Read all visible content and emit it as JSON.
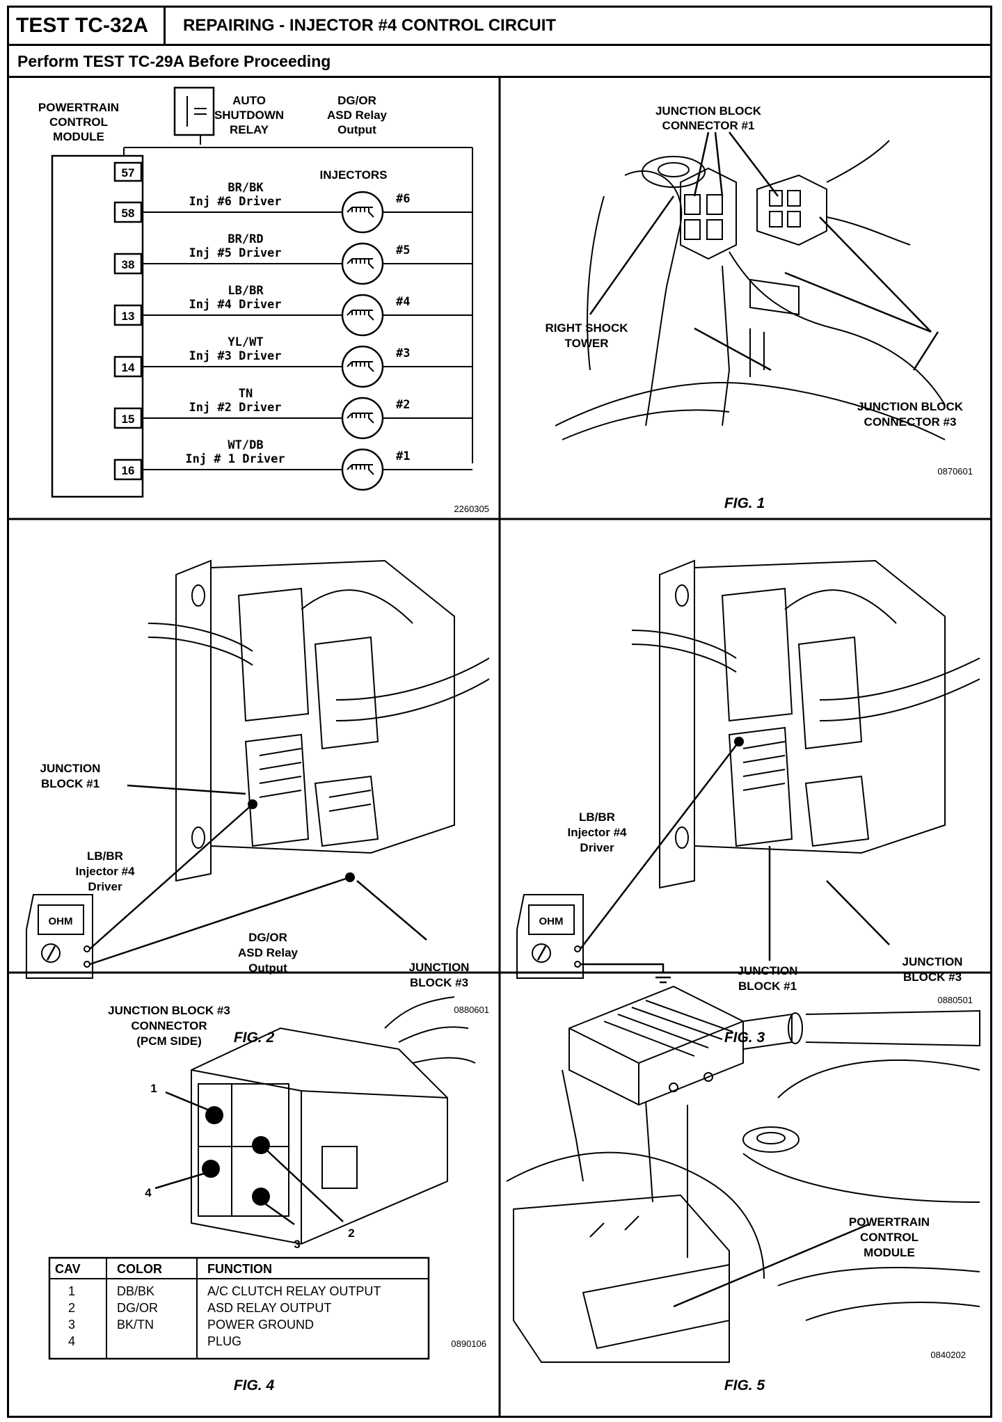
{
  "header": {
    "test_id": "TEST TC-32A",
    "title": "REPAIRING - INJECTOR #4 CONTROL CIRCUIT",
    "subtitle": "Perform TEST TC-29A Before Proceeding"
  },
  "schematic": {
    "pcm_label": [
      "POWERTRAIN",
      "CONTROL",
      "MODULE"
    ],
    "asd_label": [
      "AUTO",
      "SHUTDOWN",
      "RELAY"
    ],
    "asd_output_label": [
      "DG/OR",
      "ASD Relay",
      "Output"
    ],
    "injectors_label": "INJECTORS",
    "top_pin": "57",
    "rows": [
      {
        "pin": "58",
        "wire": "BR/BK",
        "driver": "Inj #6 Driver",
        "injector": "#6"
      },
      {
        "pin": "38",
        "wire": "BR/RD",
        "driver": "Inj #5 Driver",
        "injector": "#5"
      },
      {
        "pin": "13",
        "wire": "LB/BR",
        "driver": "Inj #4 Driver",
        "injector": "#4"
      },
      {
        "pin": "14",
        "wire": "YL/WT",
        "driver": "Inj #3 Driver",
        "injector": "#3"
      },
      {
        "pin": "15",
        "wire": "TN",
        "driver": "Inj #2 Driver",
        "injector": "#2"
      },
      {
        "pin": "16",
        "wire": "WT/DB",
        "driver": "Inj # 1 Driver",
        "injector": "#1"
      }
    ],
    "ref": "2260305"
  },
  "fig1": {
    "caption": "FIG. 1",
    "label_jb1": [
      "JUNCTION BLOCK",
      "CONNECTOR #1"
    ],
    "label_shock": [
      "RIGHT SHOCK",
      "TOWER"
    ],
    "label_jb3": [
      "JUNCTION BLOCK",
      "CONNECTOR #3"
    ],
    "ref": "0870601"
  },
  "fig2": {
    "caption": "FIG. 2",
    "label_jb1": [
      "JUNCTION",
      "BLOCK #1"
    ],
    "label_driver": [
      "LB/BR",
      "Injector #4",
      "Driver"
    ],
    "label_asd": [
      "DG/OR",
      "ASD Relay",
      "Output"
    ],
    "label_jb3": [
      "JUNCTION",
      "BLOCK #3"
    ],
    "meter": "OHM",
    "ref": "0880601"
  },
  "fig3": {
    "caption": "FIG. 3",
    "label_driver": [
      "LB/BR",
      "Injector #4",
      "Driver"
    ],
    "label_jb1": [
      "JUNCTION",
      "BLOCK #1"
    ],
    "label_jb3": [
      "JUNCTION",
      "BLOCK #3"
    ],
    "meter": "OHM",
    "ref": "0880501"
  },
  "fig4": {
    "caption": "FIG. 4",
    "connector_label": [
      "JUNCTION BLOCK #3",
      "CONNECTOR",
      "(PCM SIDE)"
    ],
    "callouts": [
      "1",
      "2",
      "3",
      "4"
    ],
    "table": {
      "headers": [
        "CAV",
        "COLOR",
        "FUNCTION"
      ],
      "rows": [
        [
          "1",
          "DB/BK",
          "A/C CLUTCH RELAY OUTPUT"
        ],
        [
          "2",
          "DG/OR",
          "ASD RELAY OUTPUT"
        ],
        [
          "3",
          "BK/TN",
          "POWER GROUND"
        ],
        [
          "4",
          "",
          "PLUG"
        ]
      ]
    },
    "ref": "0890106"
  },
  "fig5": {
    "caption": "FIG. 5",
    "label_pcm": [
      "POWERTRAIN",
      "CONTROL",
      "MODULE"
    ],
    "ref": "0840202"
  }
}
